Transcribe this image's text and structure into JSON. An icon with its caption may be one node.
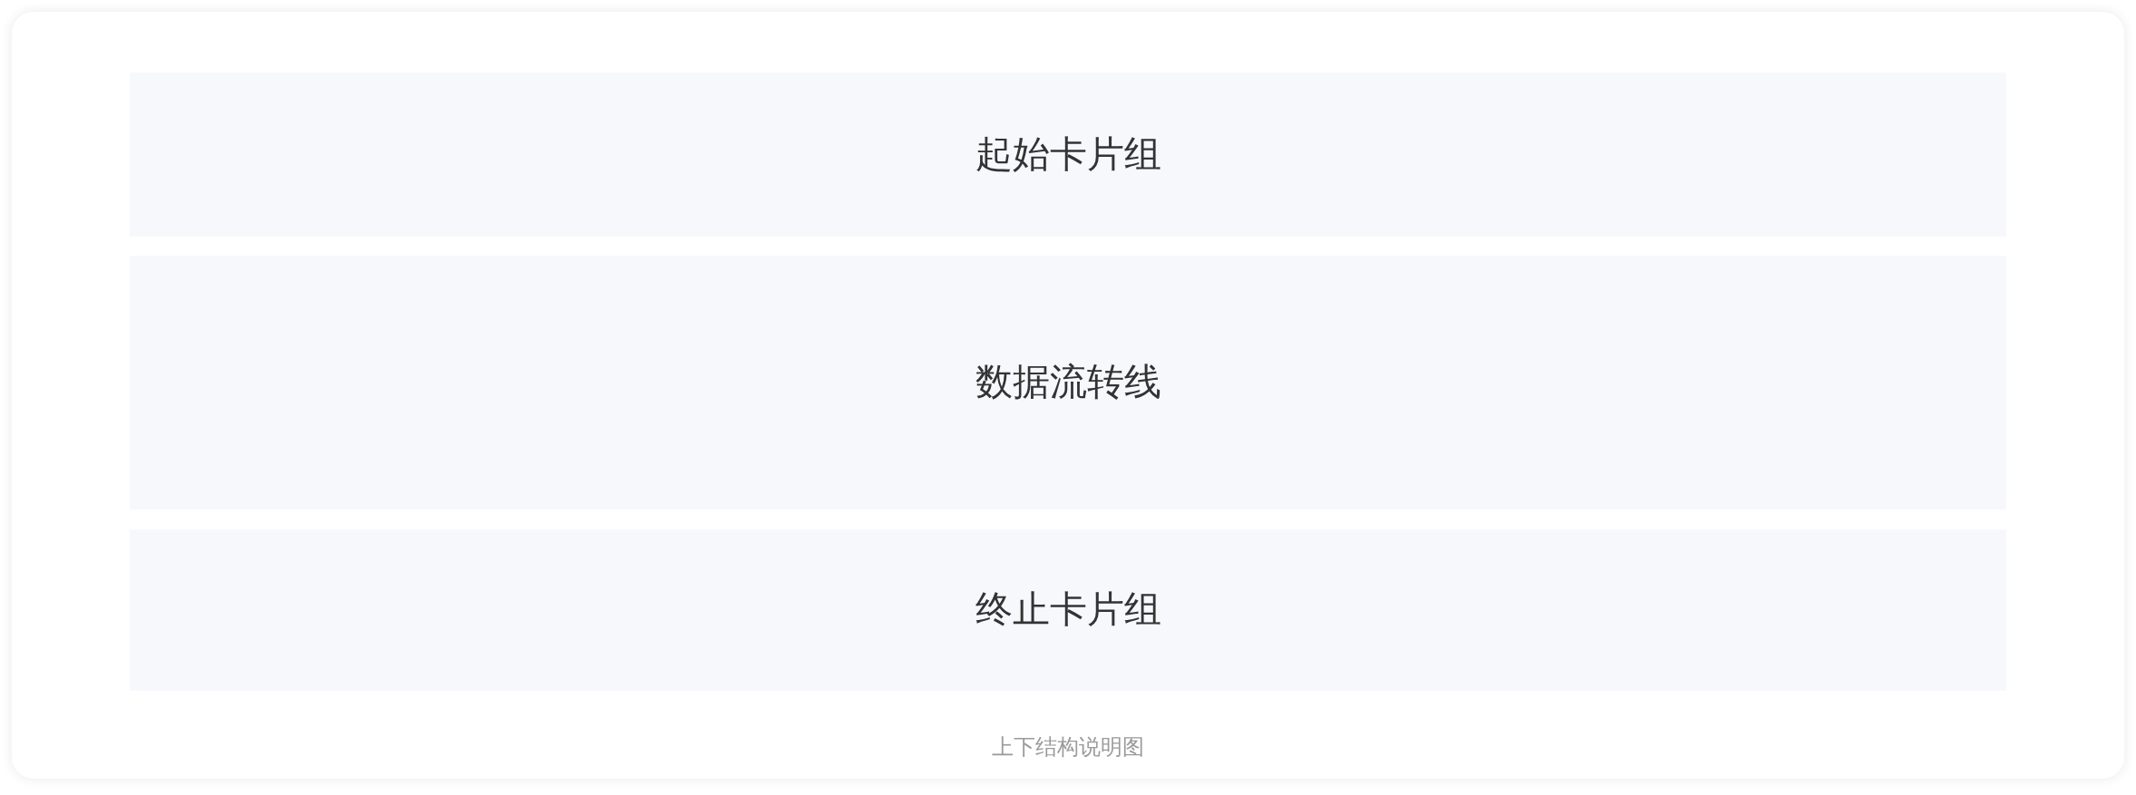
{
  "diagram": {
    "caption": "上下结构说明图",
    "nodes": [
      {
        "text": [
          "起始卡片组"
        ]
      },
      {
        "text": [
          "数据流转线"
        ]
      },
      {
        "text": [
          "终止卡片组"
        ]
      }
    ]
  }
}
